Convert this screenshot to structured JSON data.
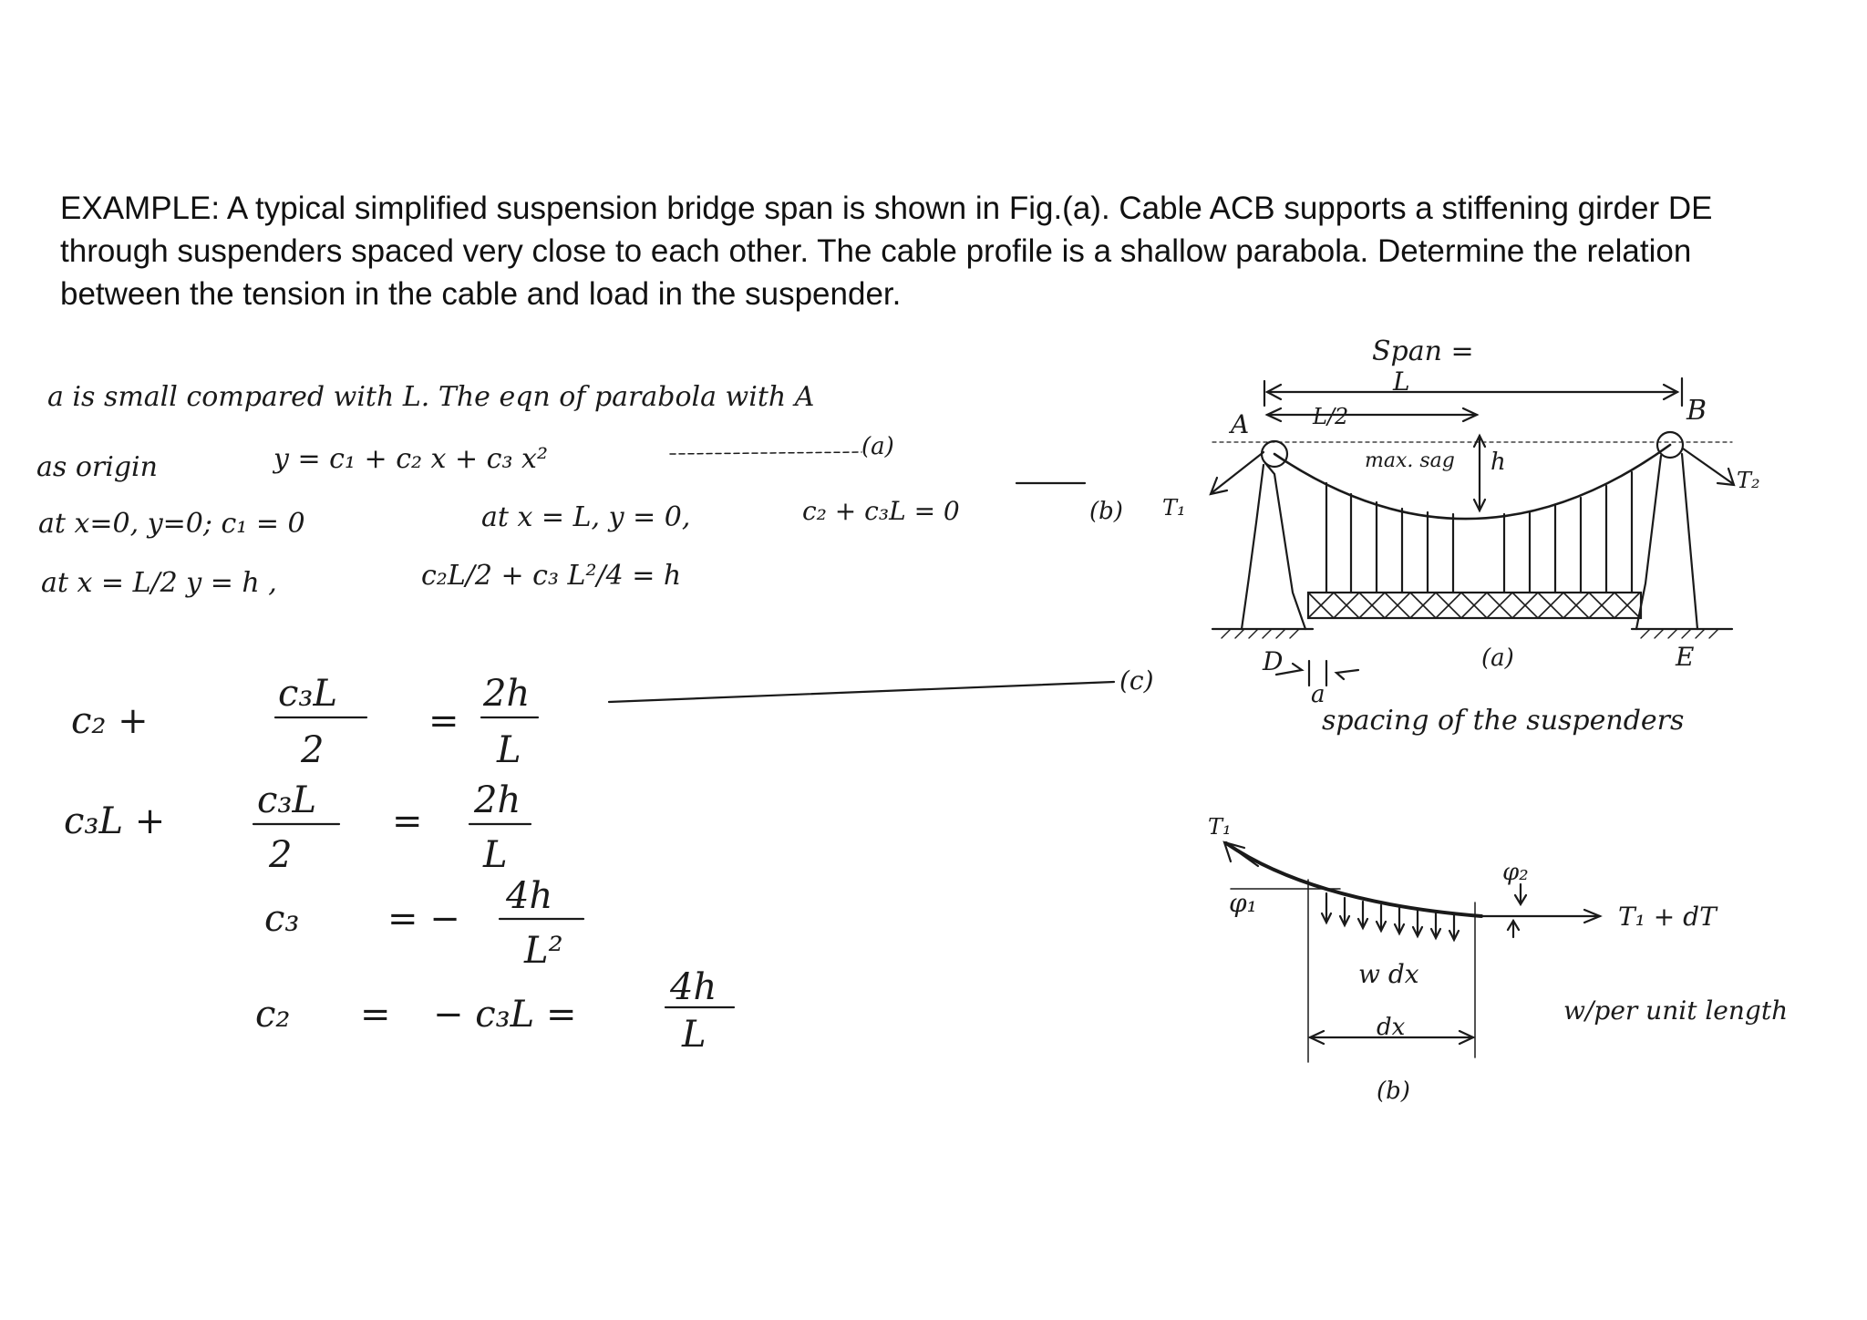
{
  "problem_text": "EXAMPLE: A typical simplified suspension bridge span is shown in Fig.(a). Cable ACB supports a stiffening girder DE through suspenders spaced very close to each other. The cable profile is a shallow parabola. Determine the relation between the tension in the cable and load in the suspender.",
  "derivation": {
    "l1": "a is small compared with L.   The eqn of parabola with A",
    "l2a": "as origin",
    "l2b": "y = c₁ + c₂ x + c₃ x²",
    "l2c": "(a)",
    "l3a": "at x=0,  y=0;   c₁ = 0",
    "l3b": "at x = L,  y = 0,",
    "l3c": "c₂ + c₃L = 0",
    "l3d": "(b)",
    "l4a": "at x = L/2  y = h ,",
    "l4b": "c₂L/2  +  c₃ L²/4  =  h",
    "eq_c_tag": "(c)",
    "eq1": {
      "lhs": "c₂  +",
      "frac_num": "c₃L",
      "frac_den": "2",
      "eq": "=",
      "rhs_num": "2h",
      "rhs_den": "L"
    },
    "eq2": {
      "lhs": "c₃L  +",
      "frac_num": "c₃L",
      "frac_den": "2",
      "eq": "=",
      "rhs_num": "2h",
      "rhs_den": "L"
    },
    "eq3": {
      "lhs": "c₃",
      "eq": "= −",
      "rhs_num": "4h",
      "rhs_den": "L²"
    },
    "eq4": {
      "lhs": "c₂",
      "eq": "=",
      "mid": "−  c₃L  =",
      "rhs_num": "4h",
      "rhs_den": "L"
    }
  },
  "figure_a": {
    "span_label": "Span =",
    "L": "L",
    "half": "L/2",
    "A": "A",
    "B": "B",
    "D": "D",
    "E": "E",
    "T1": "T₁",
    "T2": "T₂",
    "max_sag": "max. sag",
    "h": "h",
    "a": "a",
    "caption": "(a)",
    "spacing_note": "spacing of the suspenders"
  },
  "figure_b": {
    "T1": "T₁",
    "phi1": "φ₁",
    "phi2": "φ₂",
    "T1dT": "T₁ + dT",
    "wdx": "w dx",
    "dx": "dx",
    "caption": "(b)",
    "w_note": "w/per unit length"
  }
}
